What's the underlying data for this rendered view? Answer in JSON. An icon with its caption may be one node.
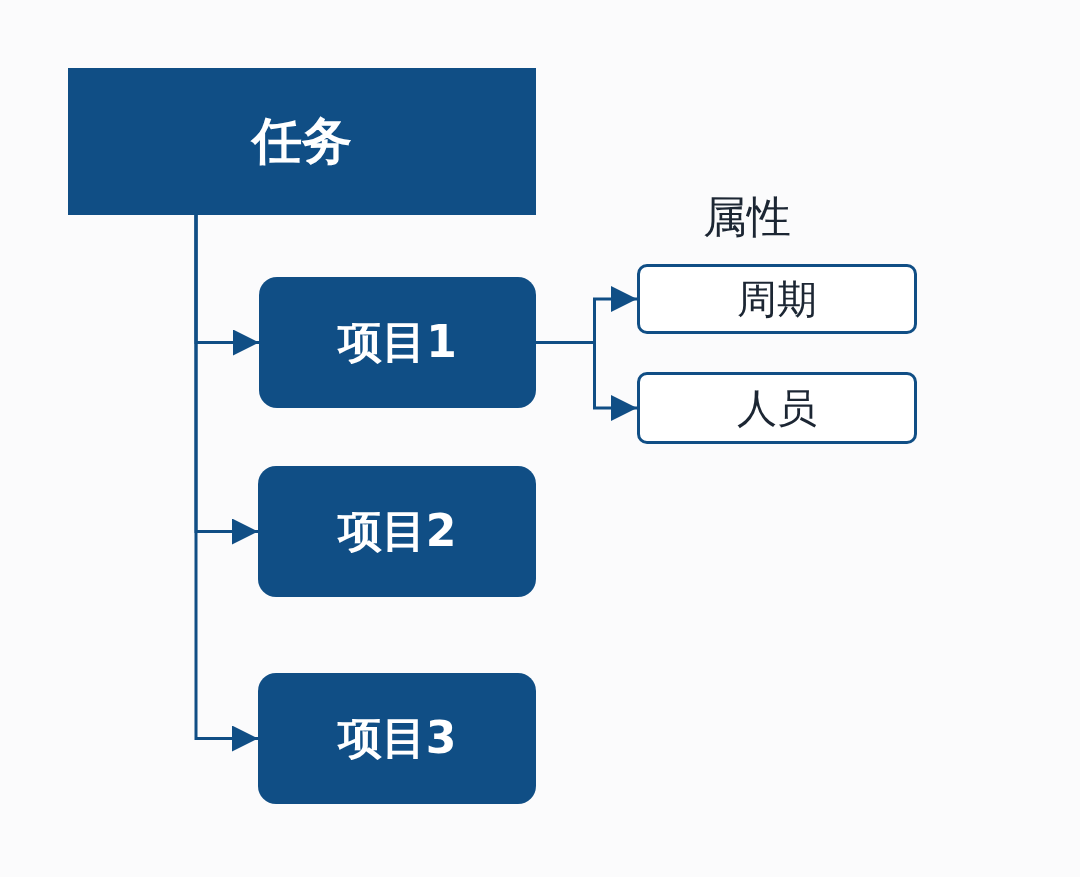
{
  "diagram": {
    "nodes": [
      {
        "text": [
          "任务"
        ]
      },
      {
        "text": [
          "项目1"
        ]
      },
      {
        "text": [
          "项目2"
        ]
      },
      {
        "text": [
          "项目3"
        ]
      },
      {
        "text": [
          "周期"
        ]
      },
      {
        "text": [
          "人员"
        ]
      }
    ],
    "edges": [
      {
        "from": 0,
        "to": 1,
        "arrow": "to"
      },
      {
        "from": 0,
        "to": 2,
        "arrow": "to"
      },
      {
        "from": 0,
        "to": 3,
        "arrow": "to"
      },
      {
        "from": 1,
        "to": 4,
        "arrow": "to"
      },
      {
        "from": 1,
        "to": 5,
        "arrow": "to"
      }
    ],
    "labels": [
      "属性"
    ]
  }
}
